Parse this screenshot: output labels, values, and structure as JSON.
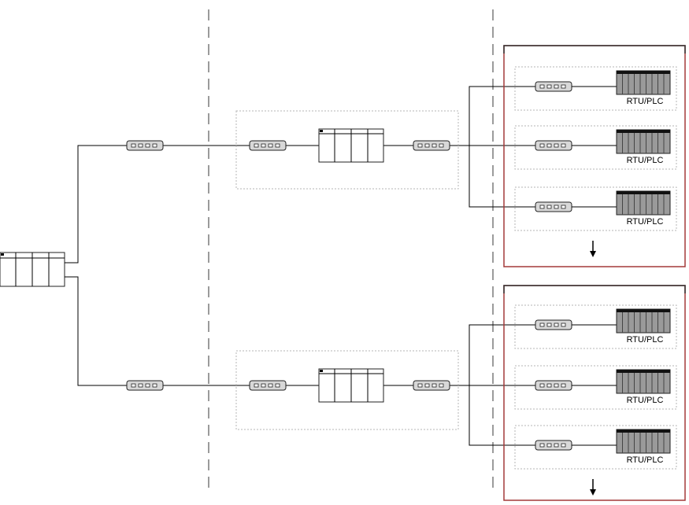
{
  "diagram": {
    "device_label": "RTU/PLC",
    "groups": [
      {
        "devices": [
          {
            "label": "RTU/PLC"
          },
          {
            "label": "RTU/PLC"
          },
          {
            "label": "RTU/PLC"
          }
        ]
      },
      {
        "devices": [
          {
            "label": "RTU/PLC"
          },
          {
            "label": "RTU/PLC"
          },
          {
            "label": "RTU/PLC"
          }
        ]
      }
    ]
  },
  "colors": {
    "bracket": "#a33a3a",
    "divider": "#7a7a7a",
    "plc": "#9a9a9a"
  }
}
